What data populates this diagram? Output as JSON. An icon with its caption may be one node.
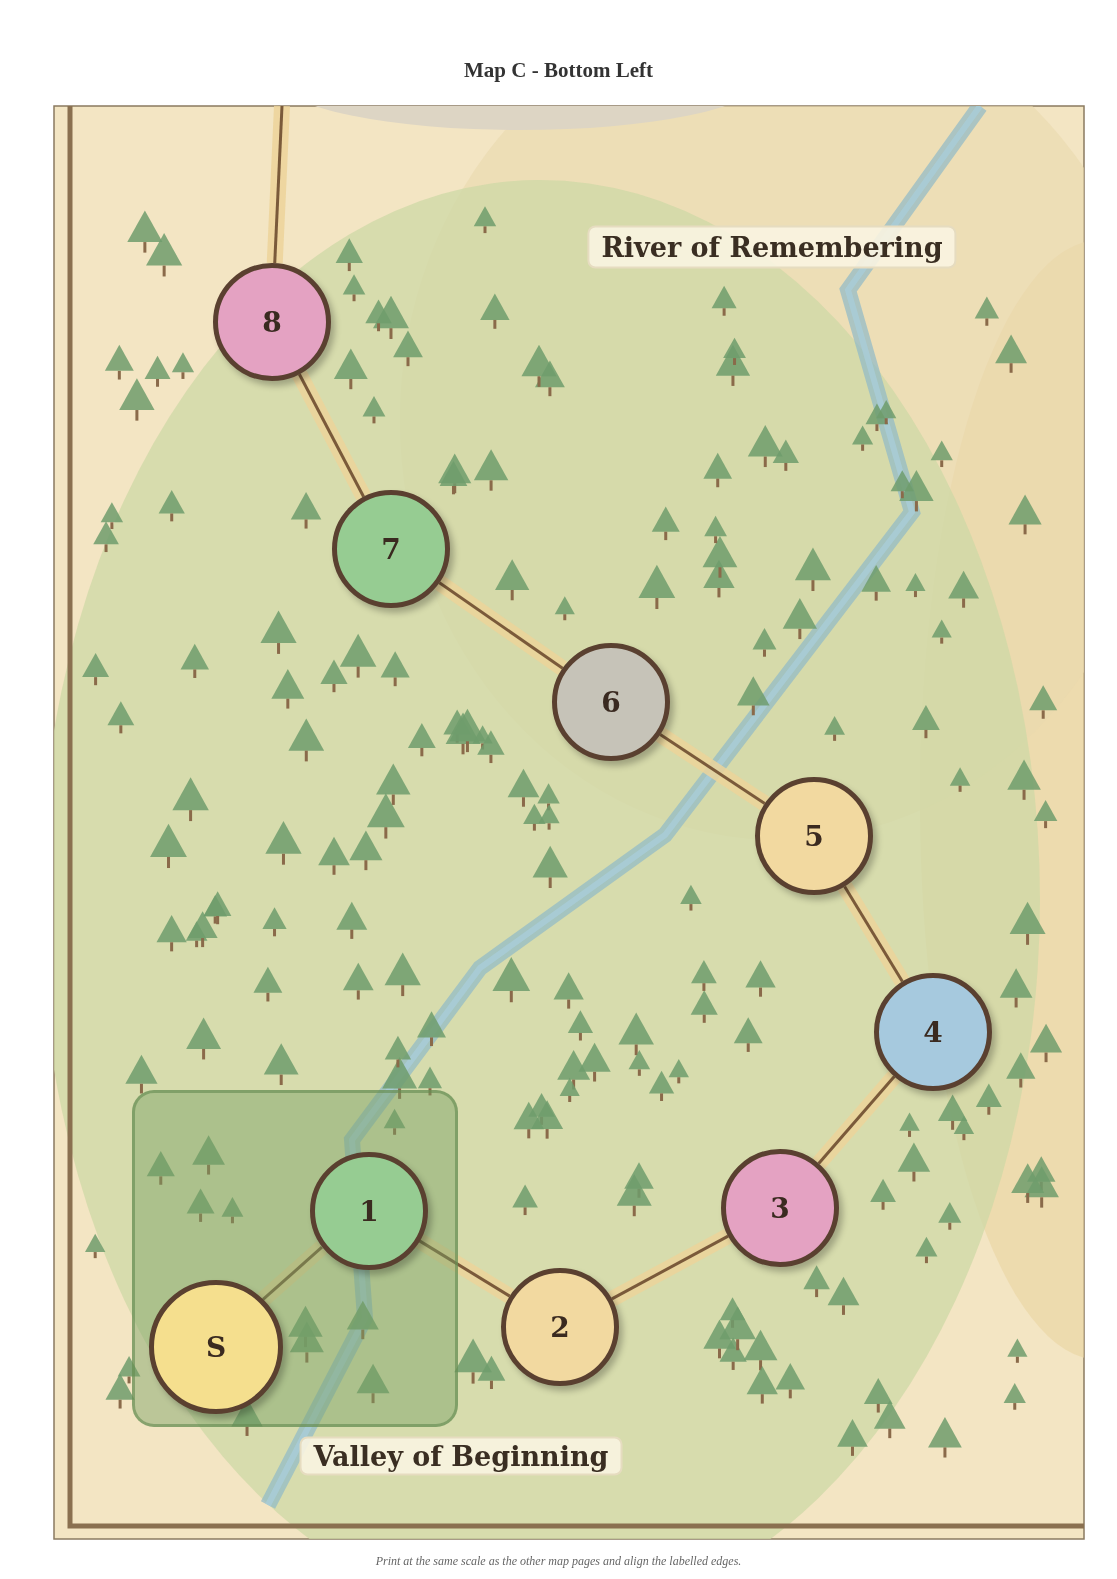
{
  "diagram": {
    "title": "Map C - Bottom Left",
    "caption": "Print at the same scale as the other map pages and align the labelled edges.",
    "nodes": [
      {
        "text": [
          "Valley of Beginning"
        ]
      },
      {
        "text": [
          "S"
        ],
        "in": 0
      },
      {
        "text": [
          "1"
        ],
        "in": 0
      },
      {
        "text": [
          "2"
        ]
      },
      {
        "text": [
          "3"
        ]
      },
      {
        "text": [
          "4"
        ]
      },
      {
        "text": [
          "5"
        ]
      },
      {
        "text": [
          "6"
        ]
      },
      {
        "text": [
          "7"
        ]
      },
      {
        "text": [
          "8"
        ]
      }
    ],
    "edges": [
      {
        "from": 1,
        "to": 2,
        "arrow": "none"
      },
      {
        "from": 2,
        "to": 3,
        "arrow": "none"
      },
      {
        "from": 3,
        "to": 4,
        "arrow": "none"
      },
      {
        "from": 4,
        "to": 5,
        "arrow": "none"
      },
      {
        "from": 5,
        "to": 6,
        "arrow": "none"
      },
      {
        "from": 6,
        "to": 7,
        "arrow": "none"
      },
      {
        "from": 7,
        "to": 8,
        "arrow": "none"
      },
      {
        "from": 8,
        "to": 9,
        "arrow": "none"
      },
      {
        "from": 9,
        "to": null,
        "arrow": "none"
      }
    ],
    "labels": [
      "River of Remembering"
    ]
  }
}
